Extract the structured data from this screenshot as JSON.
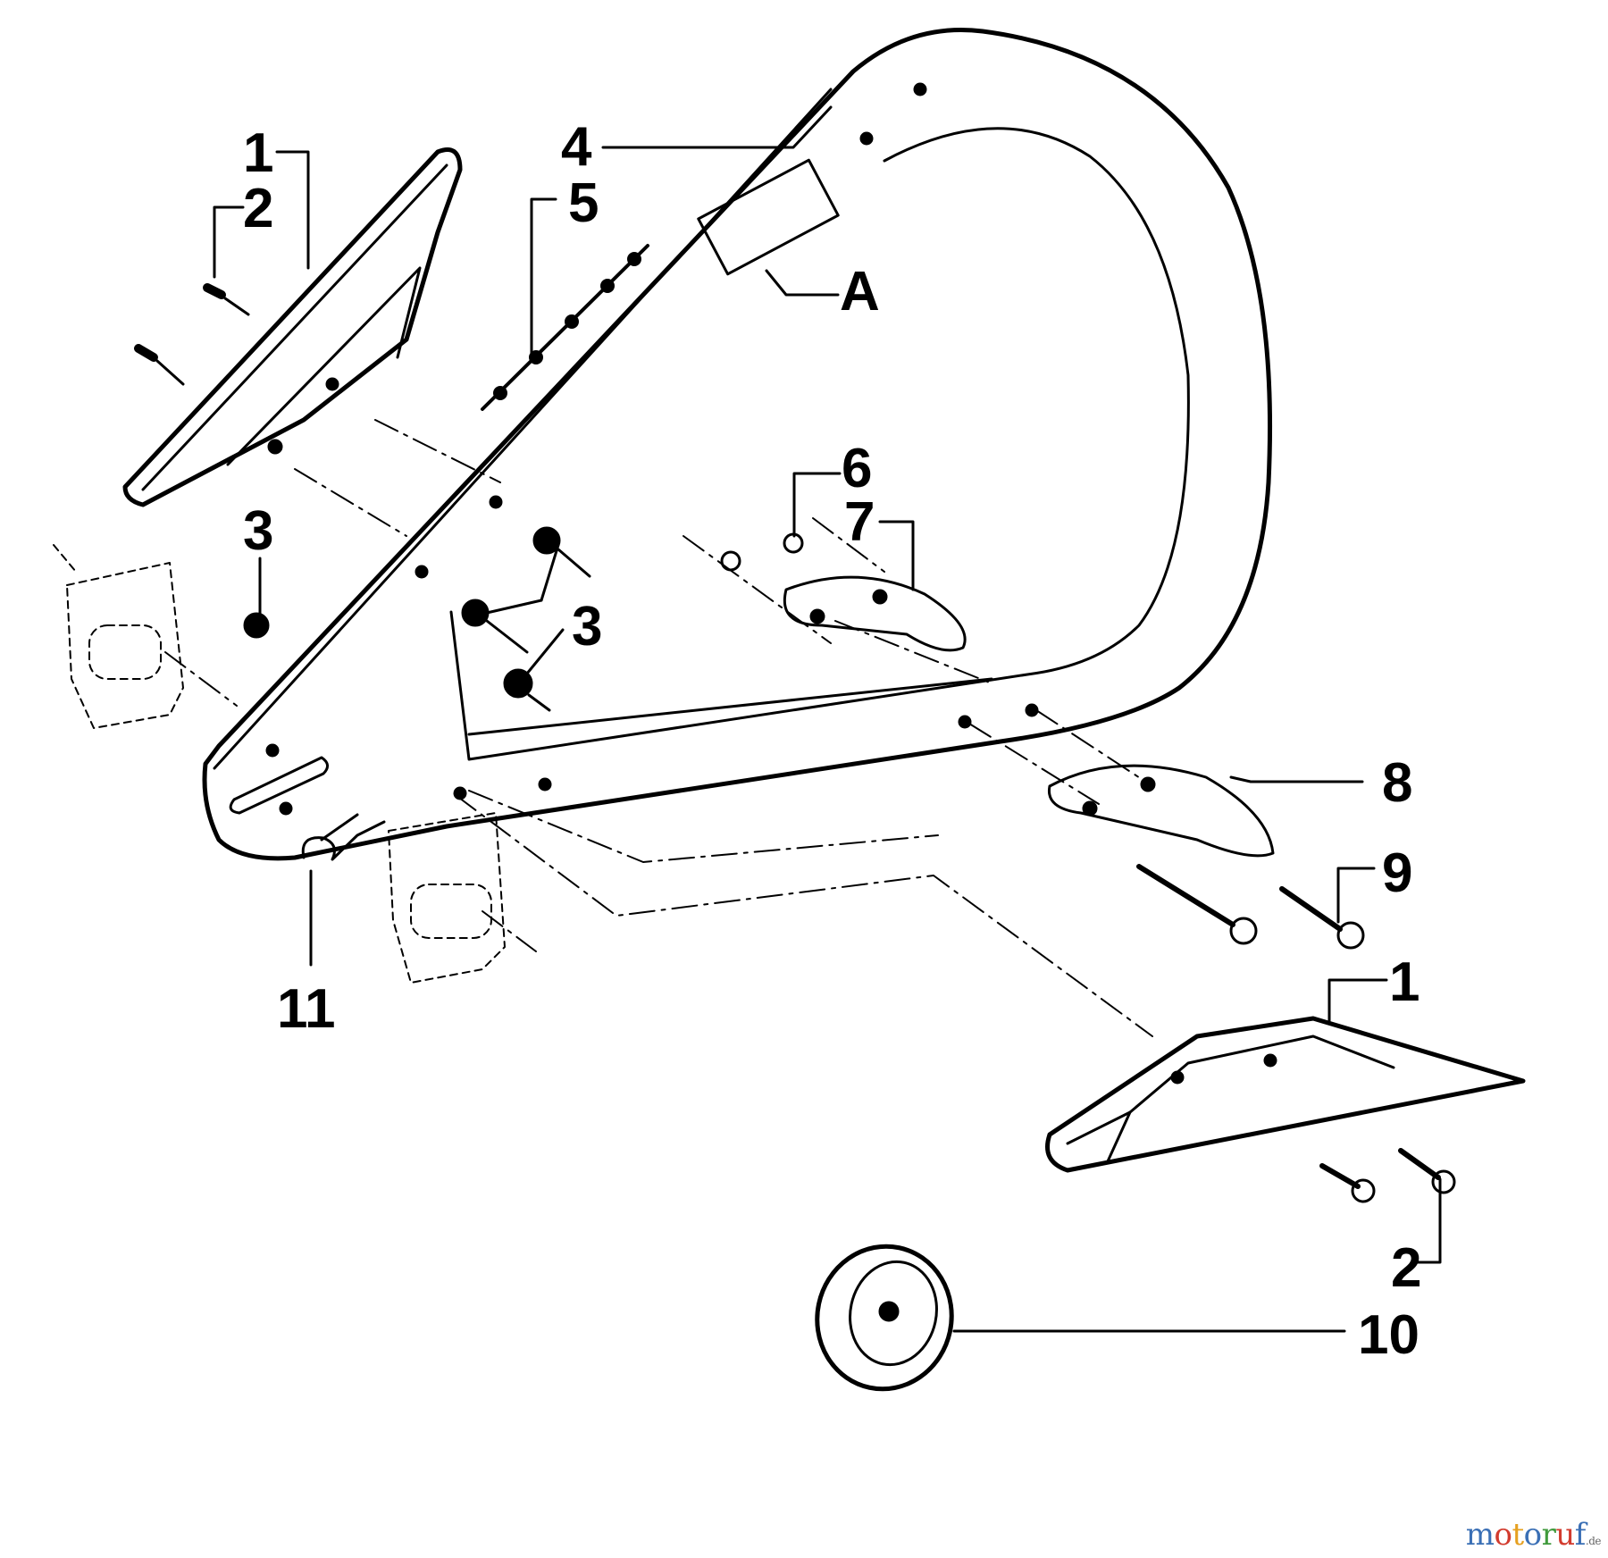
{
  "callouts": {
    "c1_top": "1",
    "c2_top": "2",
    "c3_left": "3",
    "c3_mid": "3",
    "c4": "4",
    "c5": "5",
    "cA": "A",
    "c6": "6",
    "c7": "7",
    "c8": "8",
    "c9": "9",
    "c1_bottom": "1",
    "c2_bottom": "2",
    "c10": "10",
    "c11": "11"
  },
  "watermark": {
    "letters": [
      "m",
      "o",
      "t",
      "o",
      "r",
      "u",
      "f"
    ],
    "suffix": ".de",
    "colors": [
      "#3a6fb5",
      "#d23b2e",
      "#e6a020",
      "#3a6fb5",
      "#3f9a3c",
      "#d23b2e",
      "#3a6fb5"
    ]
  }
}
